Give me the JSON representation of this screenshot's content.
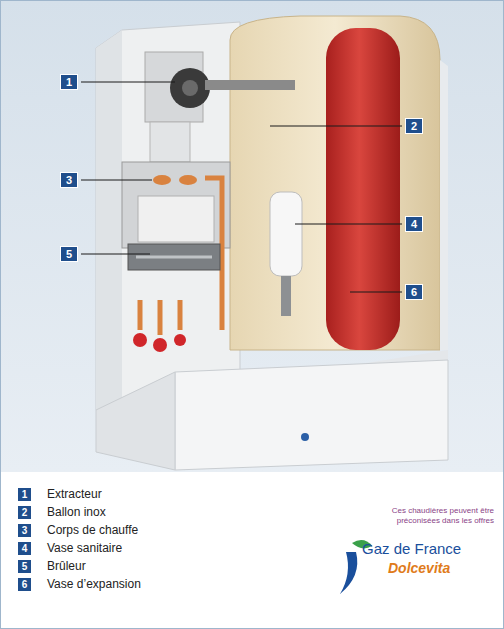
{
  "diagram": {
    "nodes": [
      {
        "text": [
          "1"
        ]
      },
      {
        "text": [
          "2"
        ]
      },
      {
        "text": [
          "3"
        ]
      },
      {
        "text": [
          "4"
        ]
      },
      {
        "text": [
          "5"
        ]
      },
      {
        "text": [
          "6"
        ]
      },
      {
        "text": [
          "1",
          "Extracteur"
        ]
      },
      {
        "text": [
          "2",
          "Ballon inox"
        ]
      },
      {
        "text": [
          "3",
          "Corps de chauffe"
        ]
      },
      {
        "text": [
          "4",
          "Vase sanitaire"
        ]
      },
      {
        "text": [
          "5",
          "Brûleur"
        ]
      },
      {
        "text": [
          "6",
          "Vase d’expansion"
        ]
      }
    ],
    "labels": [
      "Ces chaudières peuvent être préconisées dans les offres",
      "Gaz de France",
      "Dolcevita"
    ]
  }
}
